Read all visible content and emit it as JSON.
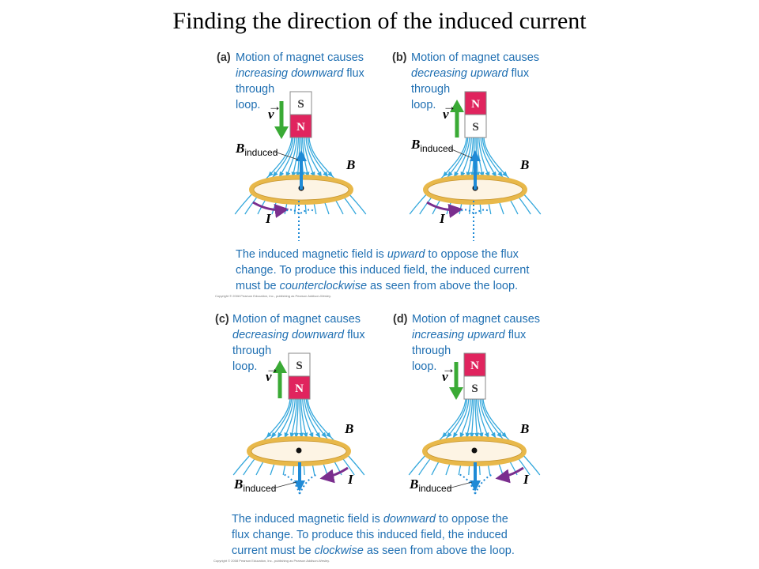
{
  "title": "Finding the direction of the induced current",
  "colors": {
    "caption": "#1f6fb2",
    "field_lines": "#35a8dc",
    "north_pole": "#e0245e",
    "south_pole": "#ffffff",
    "velocity_arrow": "#3aaa35",
    "current_arrow": "#7a2e8e",
    "loop_ring": "#e8b84a",
    "loop_fill": "#fbeed6"
  },
  "panels": [
    {
      "id": "a",
      "label": "(a)",
      "caption_l1": "Motion of magnet causes",
      "caption_l2_em": "increasing downward",
      "caption_l2_tail": " flux",
      "caption_l3": "through",
      "caption_l4": "loop.",
      "top_pole": "S",
      "bottom_pole": "N",
      "velocity": "down",
      "induced_field": "up",
      "current_direction": "counterclockwise"
    },
    {
      "id": "b",
      "label": "(b)",
      "caption_l1": "Motion of magnet causes",
      "caption_l2_em": "decreasing upward",
      "caption_l2_tail": " flux",
      "caption_l3": "through",
      "caption_l4": "loop.",
      "top_pole": "N",
      "bottom_pole": "S",
      "velocity": "up",
      "induced_field": "up",
      "current_direction": "counterclockwise"
    },
    {
      "id": "c",
      "label": "(c)",
      "caption_l1": "Motion of magnet causes",
      "caption_l2_em": "decreasing downward",
      "caption_l2_tail": " flux",
      "caption_l3": "through",
      "caption_l4": "loop.",
      "top_pole": "S",
      "bottom_pole": "N",
      "velocity": "up",
      "induced_field": "down",
      "current_direction": "clockwise"
    },
    {
      "id": "d",
      "label": "(d)",
      "caption_l1": "Motion of magnet causes",
      "caption_l2_em": "increasing upward",
      "caption_l2_tail": " flux",
      "caption_l3": "through",
      "caption_l4": "loop.",
      "top_pole": "N",
      "bottom_pole": "S",
      "velocity": "down",
      "induced_field": "down",
      "current_direction": "clockwise"
    }
  ],
  "symbols": {
    "velocity": "v",
    "field": "B",
    "induced_field": "B",
    "induced_sub": "induced",
    "current": "I"
  },
  "notes": {
    "top": {
      "l1_a": "The induced magnetic field is ",
      "l1_em": "upward",
      "l1_b": " to oppose the flux",
      "l2": "change.  To produce this induced field, the induced current",
      "l3_a": "must be ",
      "l3_em": "counterclockwise",
      "l3_b": " as seen from above the loop."
    },
    "bottom": {
      "l1_a": "The induced magnetic field is ",
      "l1_em": "downward",
      "l1_b": " to oppose the",
      "l2": "flux change.  To produce this induced field, the induced",
      "l3_a": "current must be ",
      "l3_em": "clockwise",
      "l3_b": " as seen from above the loop."
    }
  },
  "copyright": "Copyright © 2008 Pearson Education, Inc., publishing as Pearson Addison-Wesley."
}
